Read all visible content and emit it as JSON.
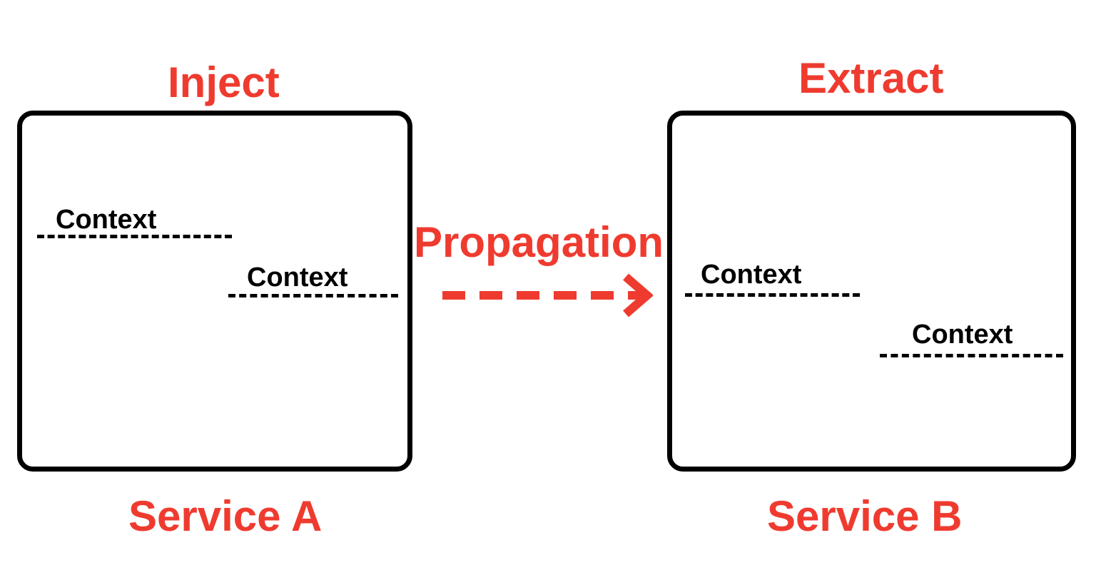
{
  "left": {
    "heading": "Inject",
    "service": "Service A",
    "contexts": [
      "Context",
      "Context"
    ]
  },
  "right": {
    "heading": "Extract",
    "service": "Service B",
    "contexts": [
      "Context",
      "Context"
    ]
  },
  "center": {
    "label": "Propagation"
  },
  "colors": {
    "accent": "#ef3b2f",
    "stroke": "#000000"
  }
}
